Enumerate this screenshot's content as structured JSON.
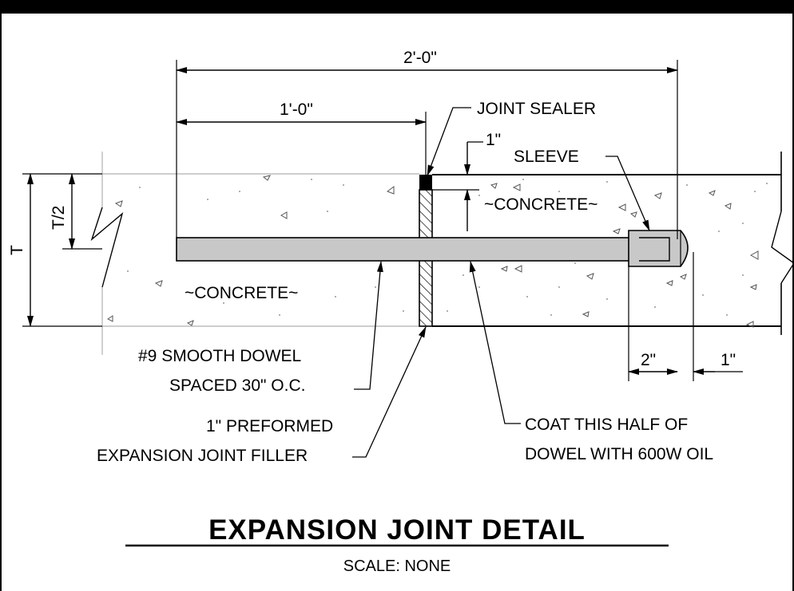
{
  "dimensions": {
    "overall": "2'-0\"",
    "half": "1'-0\"",
    "sealer_depth": "1\"",
    "sleeve_length": "2\"",
    "gap": "1\"",
    "thickness": "T",
    "half_thickness": "T/2"
  },
  "labels": {
    "joint_sealer": "JOINT SEALER",
    "sleeve": "SLEEVE",
    "concrete_right": "~CONCRETE~",
    "concrete_left": "~CONCRETE~",
    "dowel_line1": "#9 SMOOTH DOWEL",
    "dowel_line2": "SPACED 30\" O.C.",
    "filler_line1": "1\" PREFORMED",
    "filler_line2": "EXPANSION JOINT FILLER",
    "coat_line1": "COAT THIS HALF OF",
    "coat_line2": "DOWEL WITH 600W OIL"
  },
  "title": "EXPANSION JOINT DETAIL",
  "scale": "SCALE: NONE",
  "colors": {
    "dowel_fill": "#c8c8c8",
    "line": "#000000",
    "concrete_edge": "#b0b0b0"
  }
}
